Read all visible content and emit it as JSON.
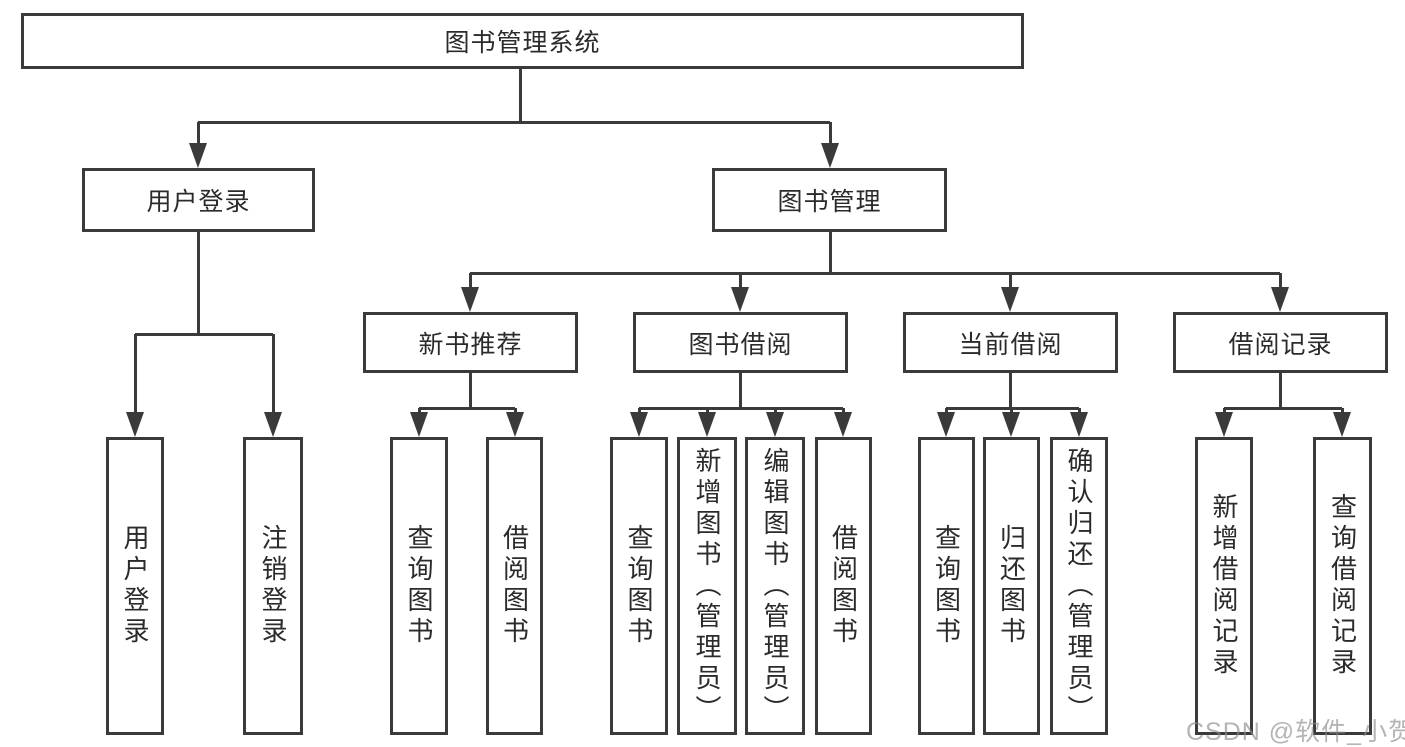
{
  "diagram": {
    "root": {
      "label": "图书管理系统"
    },
    "level2": [
      {
        "id": "user-login",
        "label": "用户登录"
      },
      {
        "id": "book-management",
        "label": "图书管理"
      }
    ],
    "level3": [
      {
        "id": "new-book-recommend",
        "label": "新书推荐",
        "parent": "图书管理"
      },
      {
        "id": "book-borrow",
        "label": "图书借阅",
        "parent": "图书管理"
      },
      {
        "id": "current-borrow",
        "label": "当前借阅",
        "parent": "图书管理"
      },
      {
        "id": "borrow-records",
        "label": "借阅记录",
        "parent": "图书管理"
      }
    ],
    "leaves": [
      {
        "id": "leaf-user-login",
        "label": "用户登录",
        "parent": "用户登录"
      },
      {
        "id": "leaf-logout",
        "label": "注销登录",
        "parent": "用户登录"
      },
      {
        "id": "leaf-query-books-recommend",
        "label": "查询图书",
        "parent": "新书推荐"
      },
      {
        "id": "leaf-borrow-books-recommend",
        "label": "借阅图书",
        "parent": "新书推荐"
      },
      {
        "id": "leaf-query-books-borrow",
        "label": "查询图书",
        "parent": "图书借阅"
      },
      {
        "id": "leaf-add-books-admin",
        "label": "新增图书（管理员）",
        "parent": "图书借阅"
      },
      {
        "id": "leaf-edit-books-admin",
        "label": "编辑图书（管理员）",
        "parent": "图书借阅"
      },
      {
        "id": "leaf-borrow-books",
        "label": "借阅图书",
        "parent": "图书借阅"
      },
      {
        "id": "leaf-query-books-current",
        "label": "查询图书",
        "parent": "当前借阅"
      },
      {
        "id": "leaf-return-books",
        "label": "归还图书",
        "parent": "当前借阅"
      },
      {
        "id": "leaf-confirm-return-admin",
        "label": "确认归还（管理员）",
        "parent": "当前借阅"
      },
      {
        "id": "leaf-add-borrow-record",
        "label": "新增借阅记录",
        "parent": "借阅记录"
      },
      {
        "id": "leaf-query-borrow-record",
        "label": "查询借阅记录",
        "parent": "借阅记录"
      }
    ],
    "watermark": "CSDN @软件_小贺同学",
    "colors": {
      "line": "#3a3a3a",
      "box_border": "#3a3a3a",
      "text": "#2b2b2b",
      "watermark": "#8c8c8c",
      "background": "#ffffff"
    }
  }
}
